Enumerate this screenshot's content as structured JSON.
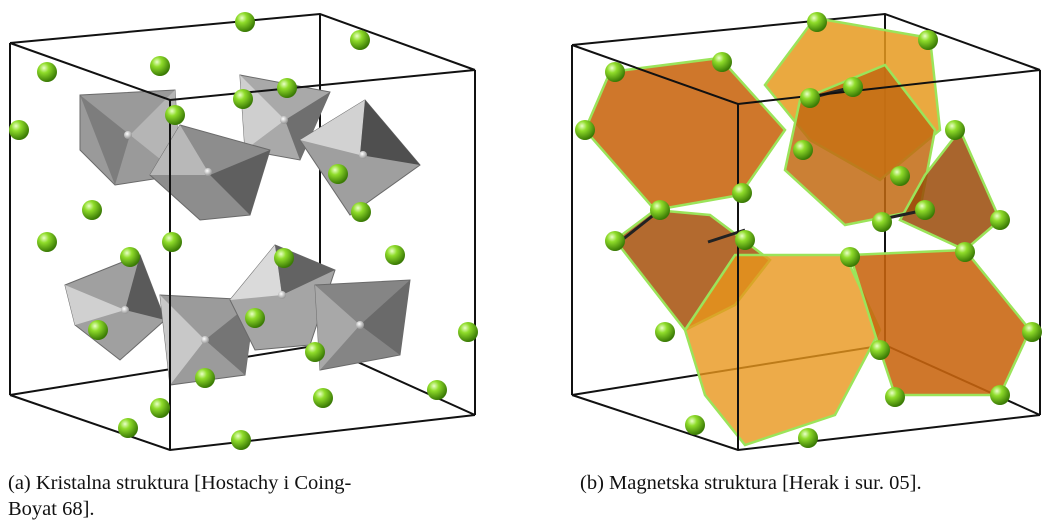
{
  "figure": {
    "panels": [
      {
        "id": "a",
        "caption_line1": "(a) Kristalna struktura [Hostachy i Coing-",
        "caption_line2": "Boyat 68].",
        "colors": {
          "octahedron": "#8f8f8f",
          "atom": "#7ed321",
          "cell_edge": "#111111"
        }
      },
      {
        "id": "b",
        "caption_line1": "(b) Magnetska struktura [Herak i sur. 05].",
        "colors": {
          "polyhedron": "#e08a10",
          "atom": "#7ed321",
          "bond": "#8ee24a",
          "cell_edge": "#111111"
        }
      }
    ]
  }
}
